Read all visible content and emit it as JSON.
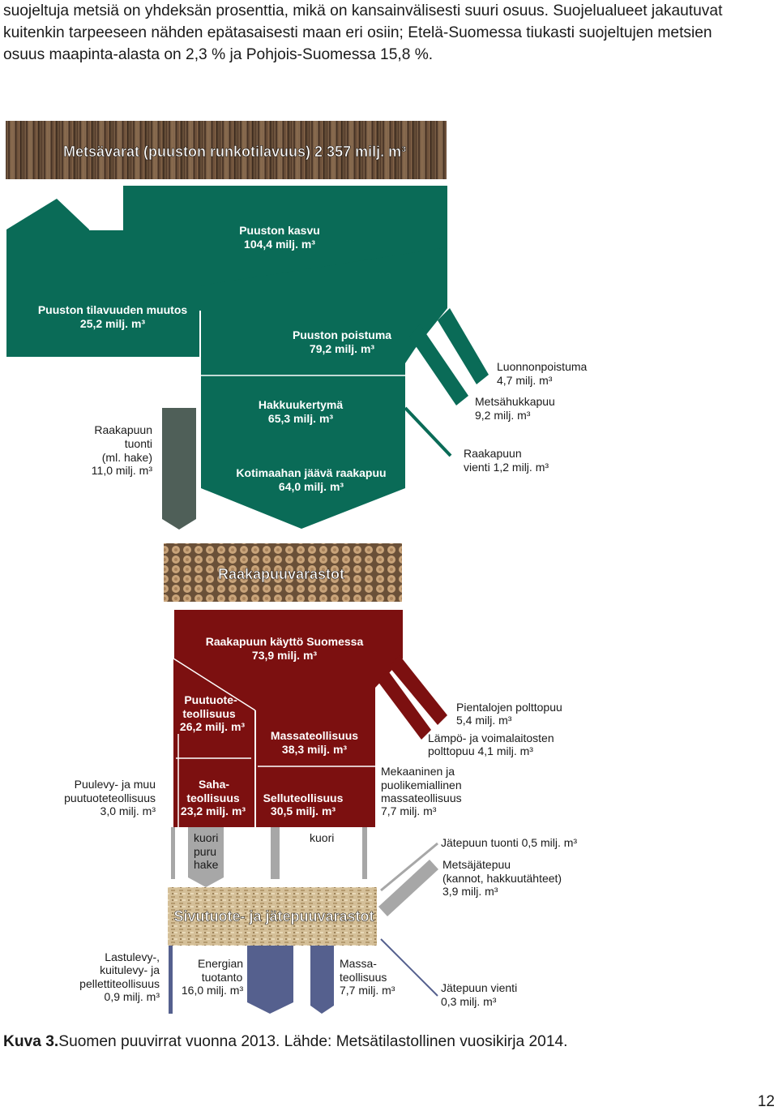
{
  "intro": {
    "line1": "suojeltuja metsiä on yhdeksän prosenttia, mikä on kansainvälisesti suuri osuus. Suojelualueet jakautuvat",
    "line2": "kuitenkin tarpeeseen nähden epätasaisesti maan eri osiin; Etelä-Suomessa tiukasti suojeltujen metsien",
    "line3": "osuus maapinta-alasta on 2,3 % ja Pohjois-Suomessa 15,8 %."
  },
  "diagram": {
    "banner_metsavarat": "Metsävarat (puuston runkotilavuus) 2 357 milj. m³",
    "kasvu": {
      "name": "Puuston kasvu",
      "value": "104,4 milj. m³"
    },
    "muutos": {
      "name": "Puuston tilavuuden muutos",
      "value": "25,2 milj. m³"
    },
    "poistuma": {
      "name": "Puuston poistuma",
      "value": "79,2 milj. m³"
    },
    "luonnonpoistuma": {
      "name": "Luonnonpoistuma",
      "value": "4,7 milj. m³"
    },
    "metsahukkapuu": {
      "name": "Metsähukkapuu",
      "value": "9,2 milj. m³"
    },
    "raakapuun_vienti": {
      "name": "Raakapuun",
      "value": "vienti 1,2 milj. m³"
    },
    "hakkuukertyma": {
      "name": "Hakkuukertymä",
      "value": "65,3 milj. m³"
    },
    "kotimaahan": {
      "name": "Kotimaahan jäävä raakapuu",
      "value": "64,0 milj. m³"
    },
    "tuonti": {
      "l1": "Raakapuun",
      "l2": "tuonti",
      "l3": "(ml. hake)",
      "l4": "11,0 milj. m³"
    },
    "banner_raakapuuvarastot": "Raakapuuvarastot",
    "kaytto": {
      "name": "Raakapuun käyttö Suomessa",
      "value": "73,9 milj. m³"
    },
    "puutuote": {
      "l1": "Puutuote-",
      "l2": "teollisuus",
      "l3": "26,2 milj. m³"
    },
    "massateollisuus": {
      "name": "Massateollisuus",
      "value": "38,3 milj. m³"
    },
    "pientalojen": {
      "name": "Pientalojen polttopuu",
      "value": "5,4 milj. m³"
    },
    "lampo": {
      "name": "Lämpö- ja voimalaitosten",
      "value": "polttopuu 4,1 milj. m³"
    },
    "mekaaninen": {
      "l1": "Mekaaninen ja",
      "l2": "puolikemiallinen",
      "l3": "massateollisuus",
      "l4": "7,7 milj. m³"
    },
    "puulevy": {
      "l1": "Puulevy- ja muu",
      "l2": "puutuoteteollisuus",
      "l3": "3,0 milj. m³"
    },
    "saha": {
      "l1": "Saha-",
      "l2": "teollisuus",
      "l3": "23,2 milj. m³"
    },
    "sellu": {
      "name": "Selluteollisuus",
      "value": "30,5 milj. m³"
    },
    "kuori_puru_hake": {
      "l1": "kuori",
      "l2": "puru",
      "l3": "hake"
    },
    "kuori": "kuori",
    "jatepuun_tuonti": "Jätepuun tuonti 0,5 milj. m³",
    "metsajatepuu": {
      "l1": "Metsäjätepuu",
      "l2": "(kannot, hakkuutähteet)",
      "l3": "3,9 milj. m³"
    },
    "banner_sivutuote": "Sivutuote- ja jätepuuvarastot",
    "lastulevy": {
      "l1": "Lastulevy-,",
      "l2": "kuitulevy- ja",
      "l3": "pellettiteollisuus",
      "l4": "0,9 milj. m³"
    },
    "energia": {
      "l1": "Energian",
      "l2": "tuotanto",
      "l3": "16,0 milj. m³"
    },
    "massa2": {
      "l1": "Massa-",
      "l2": "teollisuus",
      "l3": "7,7 milj. m³"
    },
    "jatepuun_vienti": {
      "l1": "Jätepuun vienti",
      "l2": "0,3 milj. m³"
    },
    "colors": {
      "green": "#0a6b57",
      "slate": "#4f5f58",
      "red": "#7c1010",
      "grey": "#a7a7a7",
      "blue": "#55608e"
    }
  },
  "caption": {
    "bold": "Kuva 3.",
    "text": "Suomen puuvirrat vuonna 2013. Lähde: Metsätilastollinen vuosikirja 2014."
  },
  "page_number": "12"
}
